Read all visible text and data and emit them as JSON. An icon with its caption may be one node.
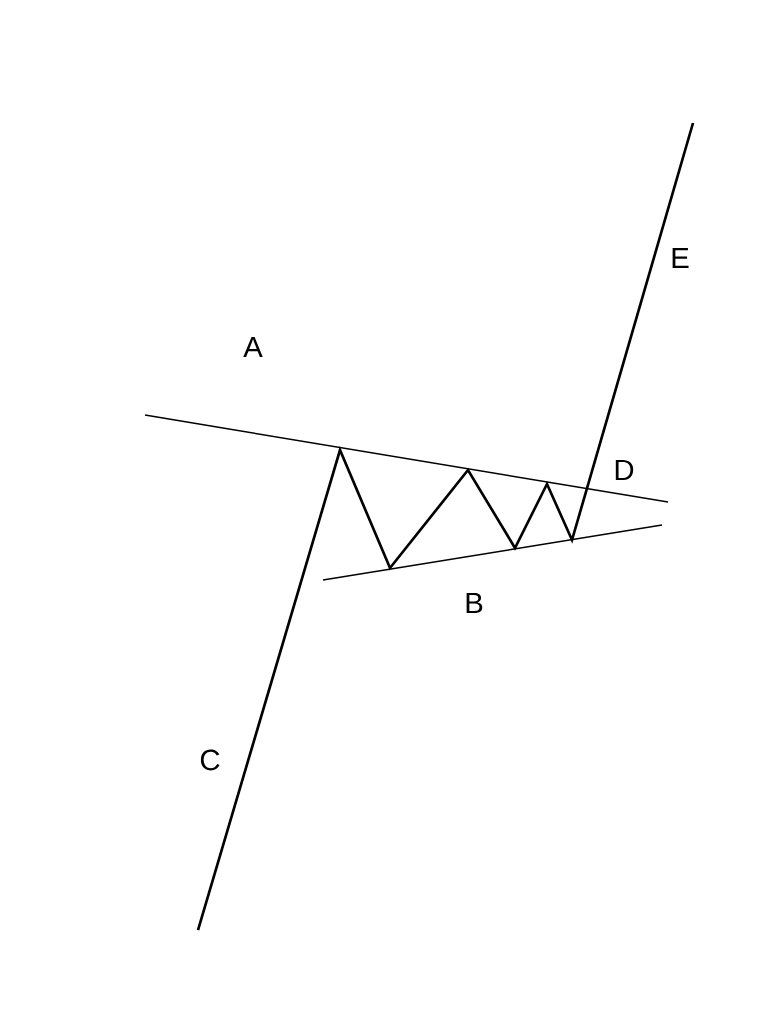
{
  "diagram": {
    "labels": [
      "E",
      "A",
      "D",
      "B",
      "C"
    ]
  }
}
